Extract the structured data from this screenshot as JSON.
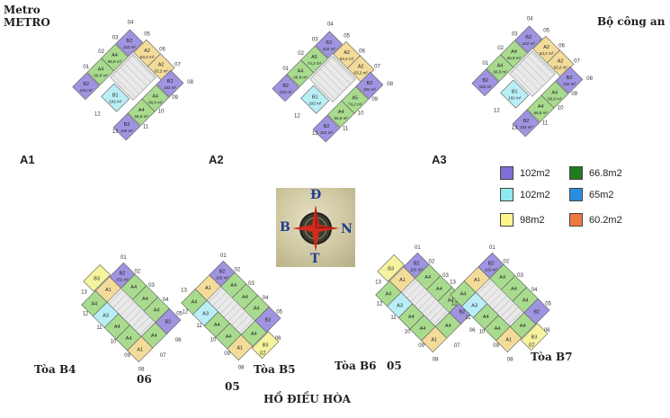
{
  "labels": {
    "metro_1": "Metro",
    "metro_2": "METRO",
    "bo_cong_an": "Bộ công an",
    "ho_dieu_hoa": "HỒ ĐIỀU HÒA",
    "tower_a1": "A1",
    "tower_a2": "A2",
    "tower_a3": "A3",
    "tower_b4": "Tòa B4",
    "tower_b5": "Tòa B5",
    "tower_b6": "Tòa  B6",
    "tower_b7": "Tòa B7",
    "num_06_b4": "06",
    "num_05_b5": "05",
    "num_05_b6": "05"
  },
  "compass": {
    "north": "Đ",
    "west": "B",
    "east": "N",
    "south": "T"
  },
  "legend": [
    {
      "label": "102m2",
      "color": "#7d6fd6"
    },
    {
      "label": "66.8m2",
      "color": "#1f7d1f"
    },
    {
      "label": "102m2",
      "color": "#8fe9f0"
    },
    {
      "label": "65m2",
      "color": "#2a8ee0"
    },
    {
      "label": "98m2",
      "color": "#fbf58a"
    },
    {
      "label": "60.2m2",
      "color": "#ee7a42"
    }
  ],
  "colors": {
    "purple": "#9f94e0",
    "green": "#a9db8f",
    "tan": "#f3dc9a",
    "cyan": "#b9eef7",
    "yellow": "#f6f39e",
    "core": "#e9e9e9"
  },
  "units": {
    "b2": "B2",
    "b2_area": "102 m²",
    "a4": "A4",
    "a4_area": "66,8 m²",
    "a5": "A5",
    "a5_area": "74,2 m²",
    "a2": "A2",
    "a2_area": "63,2 m²",
    "b1": "B1",
    "b1_area": "102 m²",
    "b3": "B3",
    "a1": "A1",
    "a3": "A3"
  },
  "apt_numbers": [
    "01",
    "02",
    "03",
    "04",
    "05",
    "06",
    "07",
    "08",
    "09",
    "10",
    "11",
    "12",
    "13"
  ]
}
